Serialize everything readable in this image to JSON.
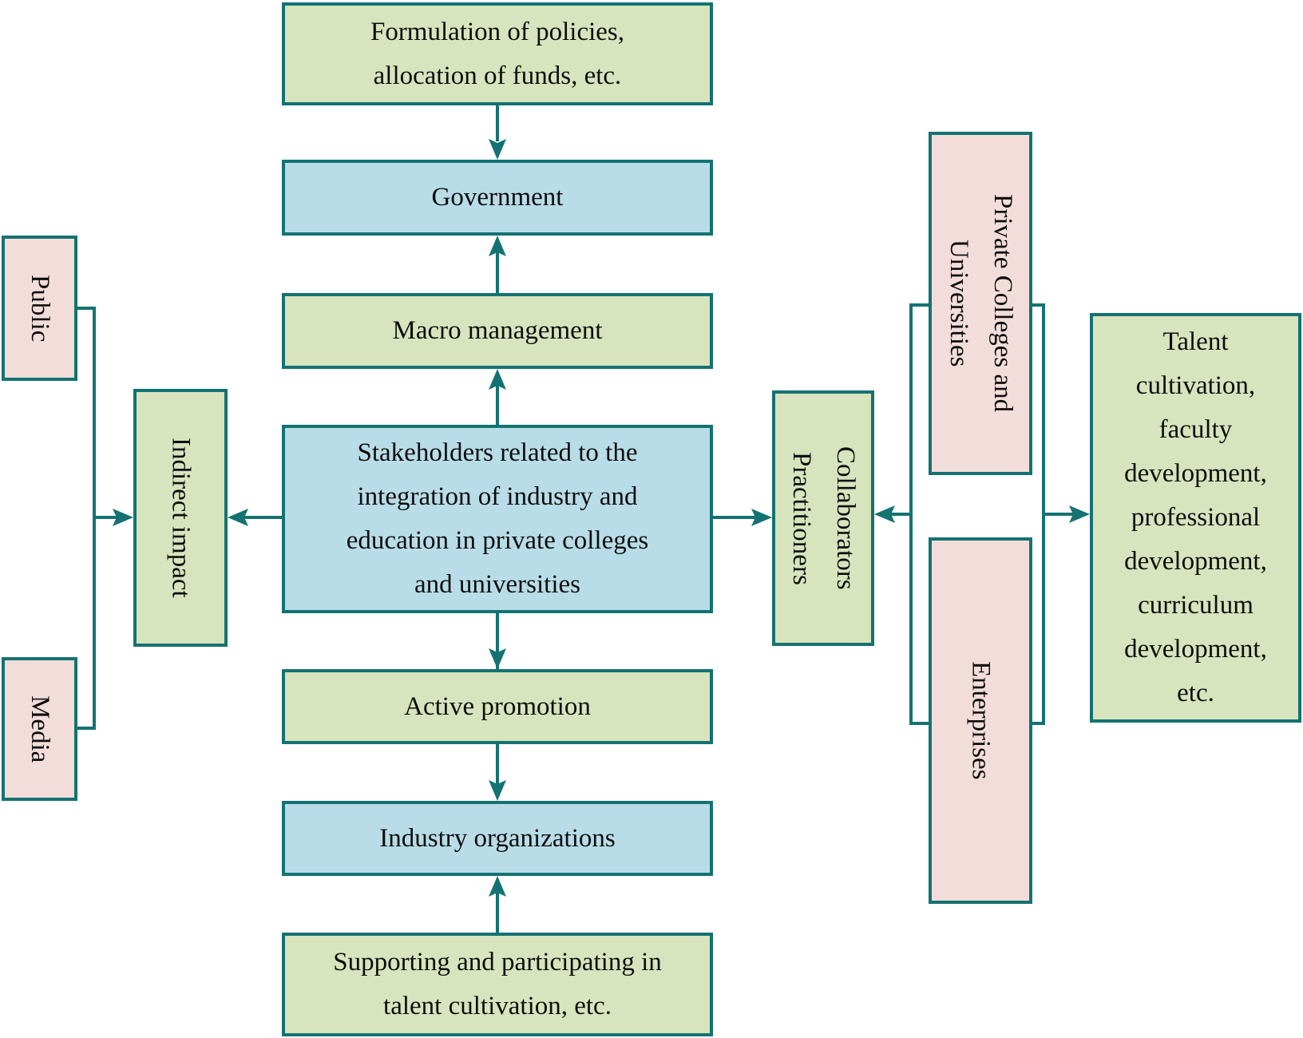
{
  "diagram": {
    "colors": {
      "line_and_border": "#157272",
      "green_fill": "#d8e4bd",
      "blue_fill": "#b8dde8",
      "pink_fill": "#f3dddb",
      "text": "#0d0d0d"
    },
    "nodes": {
      "formulation": {
        "label": "Formulation of policies,\nallocation of funds, etc."
      },
      "government": {
        "label": "Government"
      },
      "macro_management": {
        "label": "Macro management"
      },
      "stakeholders": {
        "label": "Stakeholders related to the\nintegration of industry and\neducation in private colleges\nand universities"
      },
      "active_promotion": {
        "label": "Active promotion"
      },
      "industry_organizations": {
        "label": "Industry organizations"
      },
      "supporting": {
        "label": "Supporting and participating in\ntalent cultivation, etc."
      },
      "public": {
        "label": "Public"
      },
      "media": {
        "label": "Media"
      },
      "indirect_impact": {
        "label": "Indirect impact"
      },
      "collaborators_practitioners": {
        "label": "Collaborators\nPractitioners"
      },
      "private_colleges_universities": {
        "label": "Private Colleges and\nUniversities"
      },
      "enterprises": {
        "label": "Enterprises"
      },
      "talent_outcomes": {
        "label": "Talent\ncultivation,\nfaculty\ndevelopment,\nprofessional\ndevelopment,\ncurriculum\ndevelopment,\netc."
      }
    }
  }
}
